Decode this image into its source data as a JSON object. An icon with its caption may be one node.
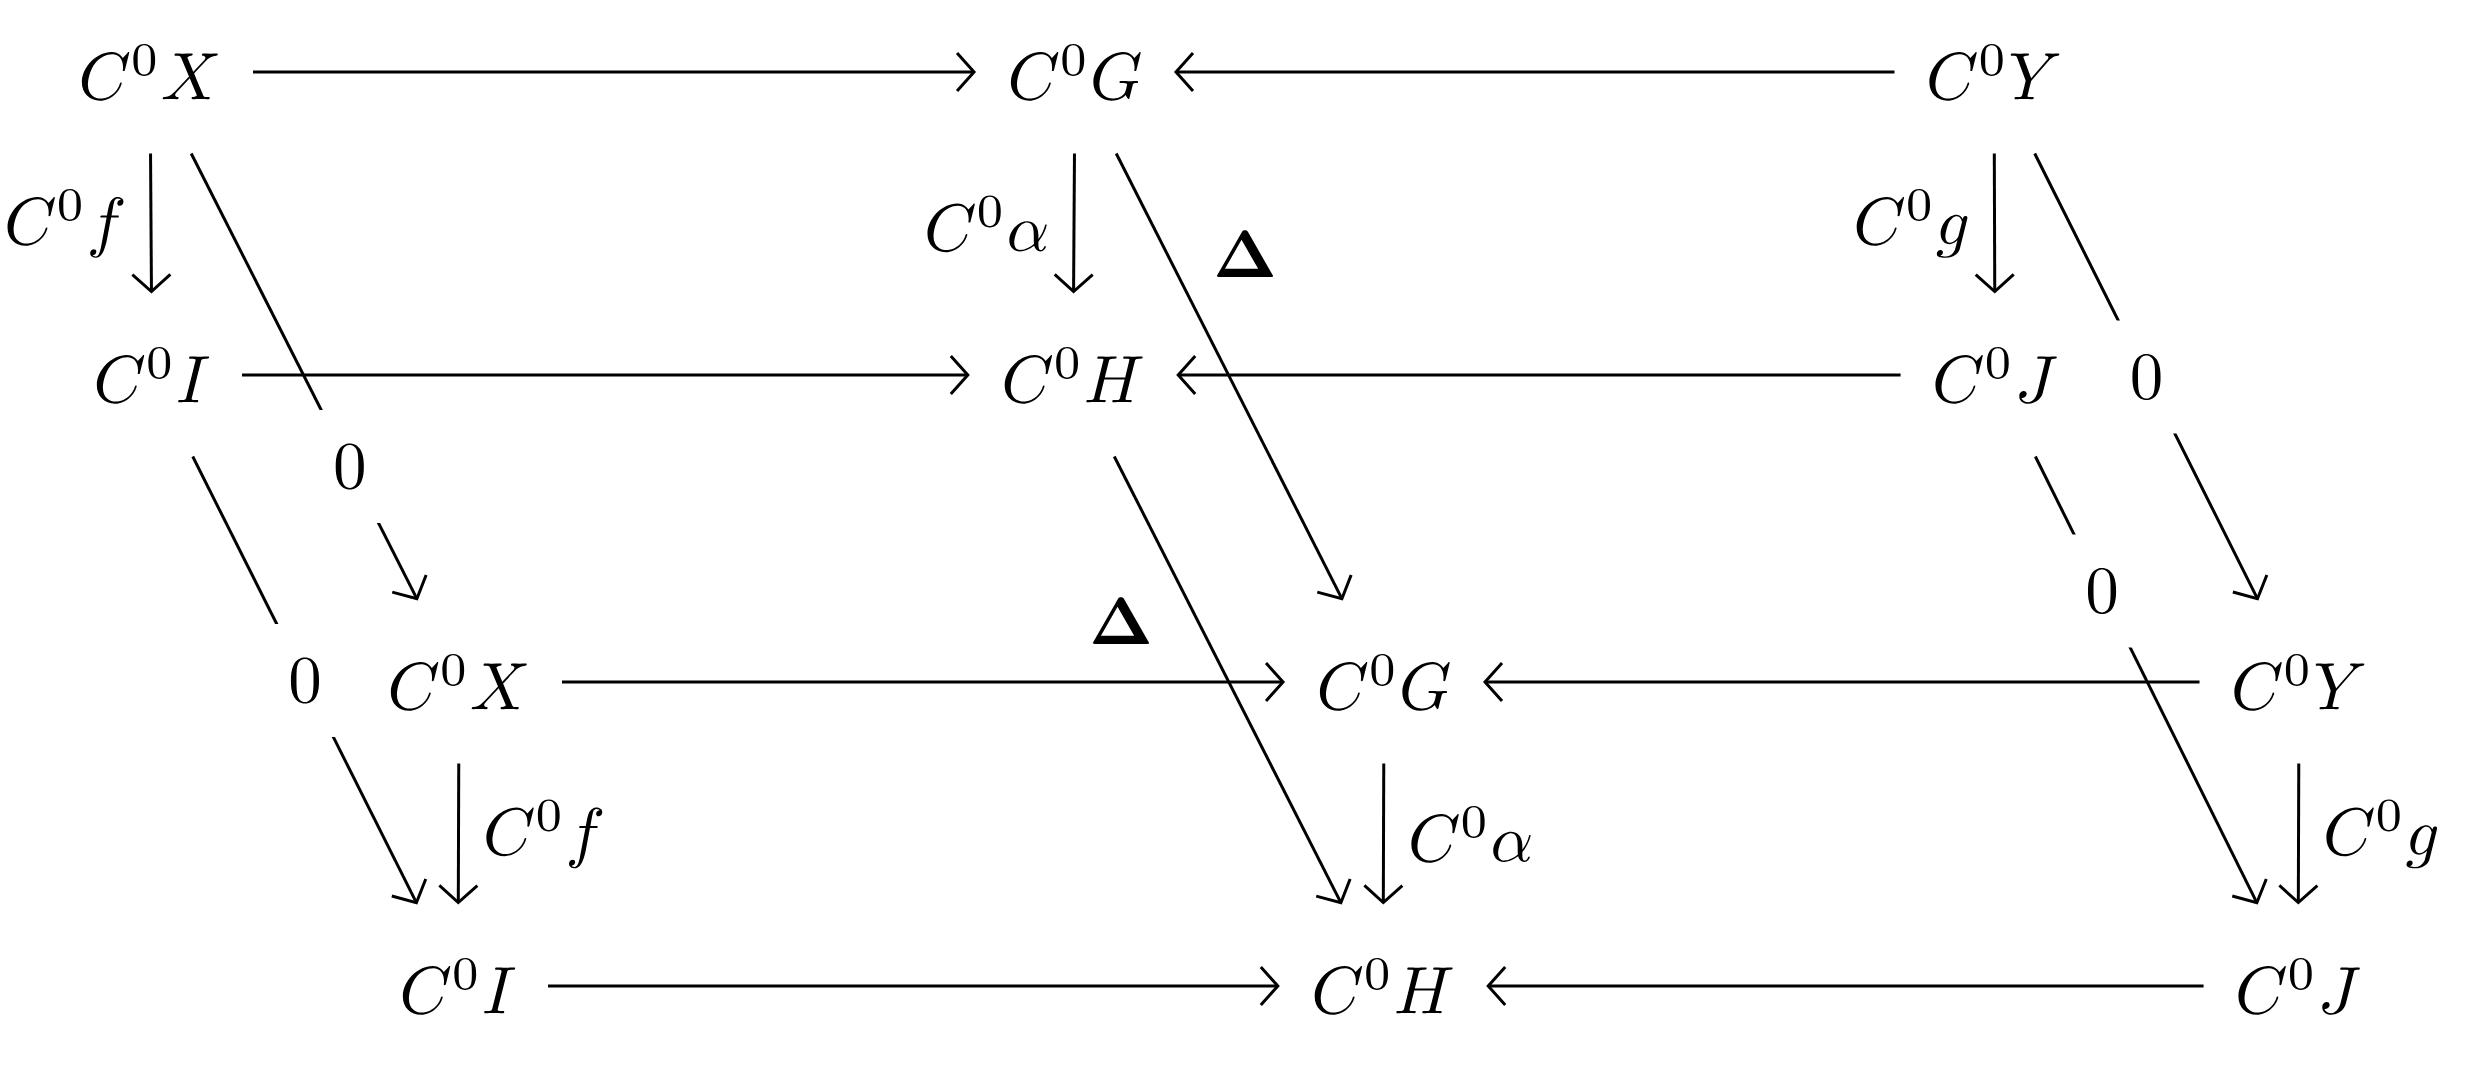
{
  "diagram": {
    "nodes": [
      {
        "text": [
          "C^0X"
        ]
      },
      {
        "text": [
          "C^0G"
        ]
      },
      {
        "text": [
          "C^0Y"
        ]
      },
      {
        "text": [
          "C^0I"
        ]
      },
      {
        "text": [
          "C^0H"
        ]
      },
      {
        "text": [
          "C^0J"
        ]
      },
      {
        "text": [
          "C^0X"
        ]
      },
      {
        "text": [
          "C^0G"
        ]
      },
      {
        "text": [
          "C^0Y"
        ]
      },
      {
        "text": [
          "C^0I"
        ]
      },
      {
        "text": [
          "C^0H"
        ]
      },
      {
        "text": [
          "C^0J"
        ]
      }
    ],
    "edges": [
      {
        "from": 0,
        "to": 1,
        "arrow": "to"
      },
      {
        "from": 2,
        "to": 1,
        "arrow": "to"
      },
      {
        "from": 0,
        "to": 3,
        "arrow": "to",
        "label": "C^0f"
      },
      {
        "from": 0,
        "to": 6,
        "arrow": "to",
        "label": "0"
      },
      {
        "from": 1,
        "to": 4,
        "arrow": "to",
        "label": "C^0\\alpha"
      },
      {
        "from": 1,
        "to": 7,
        "arrow": "to",
        "label": "\\mathbf{\\Delta}"
      },
      {
        "from": 2,
        "to": 5,
        "arrow": "to",
        "label": "C^0g"
      },
      {
        "from": 2,
        "to": 8,
        "arrow": "to",
        "label": "0"
      },
      {
        "from": 3,
        "to": 4,
        "arrow": "to"
      },
      {
        "from": 5,
        "to": 4,
        "arrow": "to"
      },
      {
        "from": 3,
        "to": 9,
        "arrow": "to",
        "label": "0"
      },
      {
        "from": 4,
        "to": 10,
        "arrow": "to",
        "label": "\\mathbf{\\Delta}"
      },
      {
        "from": 5,
        "to": 11,
        "arrow": "to",
        "label": "0"
      },
      {
        "from": 6,
        "to": 7,
        "arrow": "to"
      },
      {
        "from": 8,
        "to": 7,
        "arrow": "to"
      },
      {
        "from": 6,
        "to": 9,
        "arrow": "to",
        "label": "C^0f"
      },
      {
        "from": 7,
        "to": 10,
        "arrow": "to",
        "label": "C^0\\alpha"
      },
      {
        "from": 8,
        "to": 11,
        "arrow": "to",
        "label": "C^0g"
      },
      {
        "from": 9,
        "to": 10,
        "arrow": "to"
      },
      {
        "from": 11,
        "to": 10,
        "arrow": "to"
      }
    ]
  }
}
